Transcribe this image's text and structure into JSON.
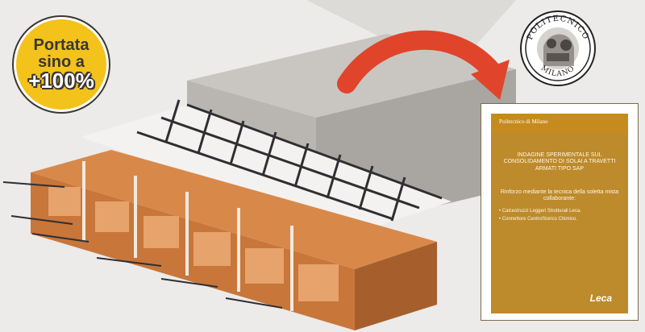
{
  "badge": {
    "line1": "Portata",
    "line2": "sino a",
    "line3": "+100%"
  },
  "logo": {
    "text_top": "POLITECNICO",
    "text_bottom": "MILANO"
  },
  "document": {
    "publisher": "Politecnico di Milano",
    "title": "INDAGINE SPERIMENTALE SUL CONSOLIDAMENTO DI SOLAI A TRAVETTI ARMATI TIPO SAP",
    "subtitle": "Rinforzo mediante la tecnica della soletta mista collaborante:",
    "bullets": [
      "Calcestruzzi Leggeri Strutturali Leca.",
      "Connettore CentroStorico Chimico."
    ],
    "brand": "Leca"
  },
  "colors": {
    "badge": "#f3c21b",
    "brick": "#c8763a",
    "concrete": "#bdb9b4",
    "arrow": "#e0452b",
    "cover": "#bd8a2c"
  }
}
